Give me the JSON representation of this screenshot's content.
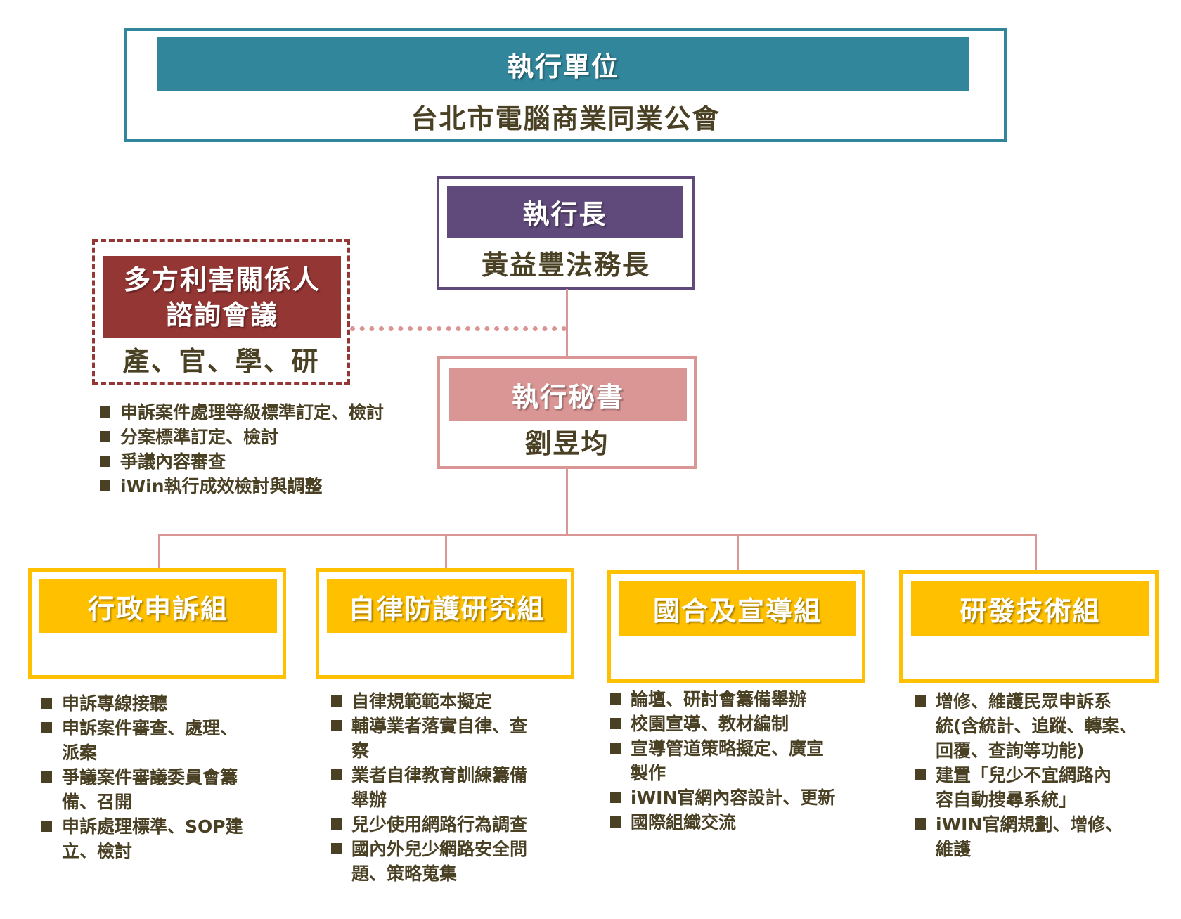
{
  "colors": {
    "teal": "#31869b",
    "purple": "#604a7b",
    "maroon": "#943634",
    "pink": "#d99694",
    "yellow": "#ffc000",
    "text": "#4a4125"
  },
  "exec_unit": {
    "title": "執行單位",
    "name": "台北市電腦商業同業公會"
  },
  "ceo": {
    "title": "執行長",
    "name": "黃益豐法務長"
  },
  "stakeholder": {
    "title_line1": "多方利害關係人",
    "title_line2": "諮詢會議",
    "members": "產、官、學、研",
    "items": [
      {
        "lines": [
          "申訴案件處理等級標準訂定、檢討"
        ]
      },
      {
        "lines": [
          "分案標準訂定、檢討"
        ]
      },
      {
        "lines": [
          "爭議內容審查"
        ]
      },
      {
        "lines": [
          "iWin執行成效檢討與調整"
        ]
      }
    ]
  },
  "secretary": {
    "title": "執行秘書",
    "name": "劉昱均"
  },
  "groups": [
    {
      "title": "行政申訴組",
      "items": [
        {
          "lines": [
            "申訴專線接聽"
          ]
        },
        {
          "lines": [
            "申訴案件審查、處理、",
            "派案"
          ]
        },
        {
          "lines": [
            "爭議案件審議委員會籌",
            "備、召開"
          ]
        },
        {
          "lines": [
            "申訴處理標準、SOP建",
            "立、檢討"
          ]
        }
      ]
    },
    {
      "title": "自律防護研究組",
      "items": [
        {
          "lines": [
            "自律規範範本擬定"
          ]
        },
        {
          "lines": [
            "輔導業者落實自律、查",
            "察"
          ]
        },
        {
          "lines": [
            "業者自律教育訓練籌備",
            "舉辦"
          ]
        },
        {
          "lines": [
            "兒少使用網路行為調查"
          ]
        },
        {
          "lines": [
            "國內外兒少網路安全問",
            "題、策略蒐集"
          ]
        }
      ]
    },
    {
      "title": "國合及宣導組",
      "items": [
        {
          "lines": [
            "論壇、研討會籌備舉辦"
          ]
        },
        {
          "lines": [
            "校園宣導、教材編制"
          ]
        },
        {
          "lines": [
            "宣導管道策略擬定、廣宣",
            "製作"
          ]
        },
        {
          "lines": [
            "iWIN官網內容設計、更新"
          ]
        },
        {
          "lines": [
            "國際組織交流"
          ]
        }
      ]
    },
    {
      "title": "研發技術組",
      "items": [
        {
          "lines": [
            "增修、維護民眾申訴系",
            "統(含統計、追蹤、轉案、",
            "回覆、查詢等功能)"
          ]
        },
        {
          "lines": [
            "建置「兒少不宜網路內",
            "容自動搜尋系統」"
          ]
        },
        {
          "lines": [
            "iWIN官網規劃、增修、",
            "維護"
          ]
        }
      ]
    }
  ]
}
